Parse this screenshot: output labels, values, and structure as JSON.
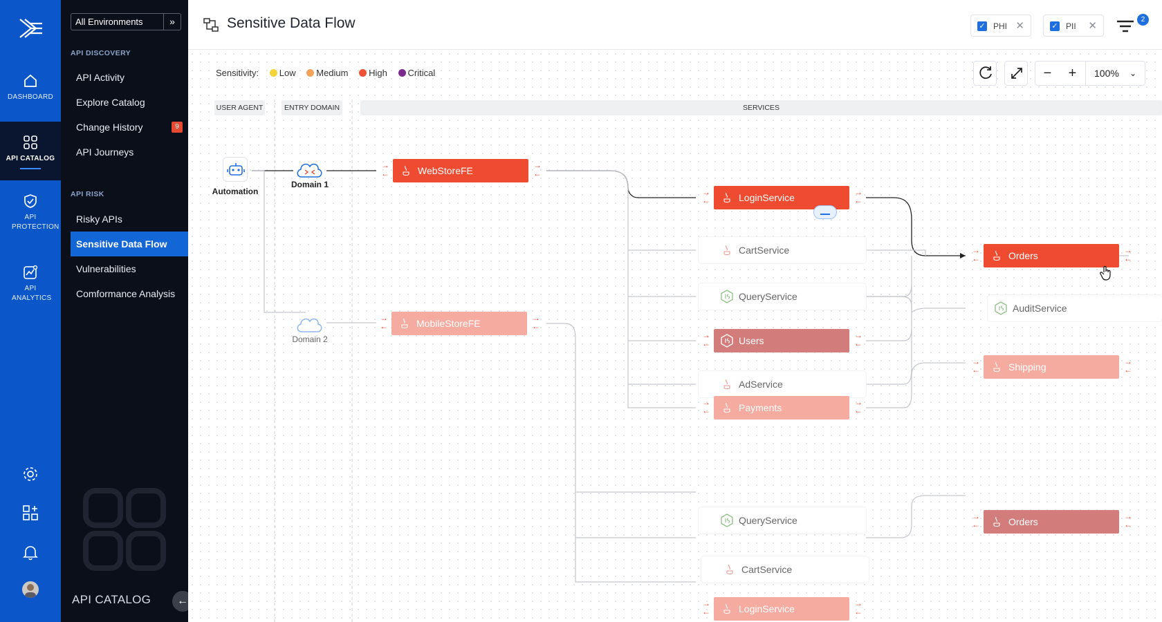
{
  "rail": {
    "items": [
      {
        "label": "DASHBOARD",
        "icon": "home-icon"
      },
      {
        "label": "API CATALOG",
        "icon": "grid-icon",
        "active": true
      },
      {
        "label": "API PROTECTION",
        "icon": "shield-icon"
      },
      {
        "label": "API ANALYTICS",
        "icon": "analytics-icon"
      }
    ],
    "bottom_icons": [
      "gear-icon",
      "add-widget-icon",
      "bell-icon",
      "avatar"
    ]
  },
  "sidebar": {
    "environment": "All Environments",
    "sections": [
      {
        "title": "API DISCOVERY",
        "items": [
          {
            "label": "API Activity"
          },
          {
            "label": "Explore Catalog"
          },
          {
            "label": "Change History",
            "badge": "9"
          },
          {
            "label": "API Journeys"
          }
        ]
      },
      {
        "title": "API RISK",
        "items": [
          {
            "label": "Risky APIs"
          },
          {
            "label": "Sensitive Data Flow",
            "active": true
          },
          {
            "label": "Vulnerabilities"
          },
          {
            "label": "Comformance Analysis"
          }
        ]
      }
    ],
    "footer_title": "API CATALOG"
  },
  "header": {
    "title": "Sensitive Data Flow",
    "filters": [
      {
        "label": "PHI",
        "checked": true
      },
      {
        "label": "PII",
        "checked": true
      }
    ],
    "filter_count": "2"
  },
  "legend": {
    "label": "Sensitivity:",
    "levels": [
      {
        "label": "Low",
        "color": "#f5d33b"
      },
      {
        "label": "Medium",
        "color": "#f5a25a"
      },
      {
        "label": "High",
        "color": "#ef5136"
      },
      {
        "label": "Critical",
        "color": "#7b2a8e"
      }
    ]
  },
  "zoom": {
    "value": "100%",
    "caret": "⌄"
  },
  "columns": [
    "USER AGENT",
    "ENTRY DOMAIN",
    "SERVICES"
  ],
  "agent": {
    "label": "Automation"
  },
  "domains": [
    {
      "label": "Domain 1",
      "active": true
    },
    {
      "label": "Domain 2",
      "active": false
    }
  ],
  "services": {
    "webstorefe": {
      "label": "WebStoreFE",
      "color": "#ef4b31",
      "runtime": "java"
    },
    "mobilestorefe": {
      "label": "MobileStoreFE",
      "color": "#f6aba0",
      "runtime": "java"
    },
    "loginservice": {
      "label": "LoginService",
      "color": "#ef4b31",
      "runtime": "java"
    },
    "cartservice": {
      "label": "CartService",
      "color": "plain",
      "runtime": "java"
    },
    "queryservice": {
      "label": "QueryService",
      "color": "plain",
      "runtime": "node"
    },
    "users": {
      "label": "Users",
      "color": "#d27c7c",
      "runtime": "node"
    },
    "adservice": {
      "label": "AdService",
      "color": "plain",
      "runtime": "java"
    },
    "payments": {
      "label": "Payments",
      "color": "#f6aba0",
      "runtime": "java"
    },
    "queryservice2": {
      "label": "QueryService",
      "color": "plain",
      "runtime": "node"
    },
    "cartservice2": {
      "label": "CartService",
      "color": "plain",
      "runtime": "java"
    },
    "loginservice2": {
      "label": "LoginService",
      "color": "#f6aba0",
      "runtime": "java"
    },
    "orders": {
      "label": "Orders",
      "color": "#ef4b31",
      "runtime": "java"
    },
    "auditservice": {
      "label": "AuditService",
      "color": "plain",
      "runtime": "node"
    },
    "shipping": {
      "label": "Shipping",
      "color": "#f6aba0",
      "runtime": "java"
    },
    "orders2": {
      "label": "Orders",
      "color": "#d27c7c",
      "runtime": "java"
    }
  }
}
